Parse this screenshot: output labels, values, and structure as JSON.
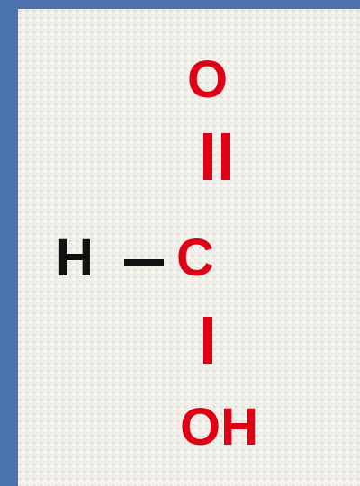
{
  "molecule": {
    "top_oxygen": "O",
    "hydrogen": "H",
    "carbon": "C",
    "hydroxyl": "OH"
  },
  "colors": {
    "background": "#4a72ad",
    "panel": "#f1efe9",
    "heteroatom": "#e00016",
    "hydrogen": "#111111"
  }
}
